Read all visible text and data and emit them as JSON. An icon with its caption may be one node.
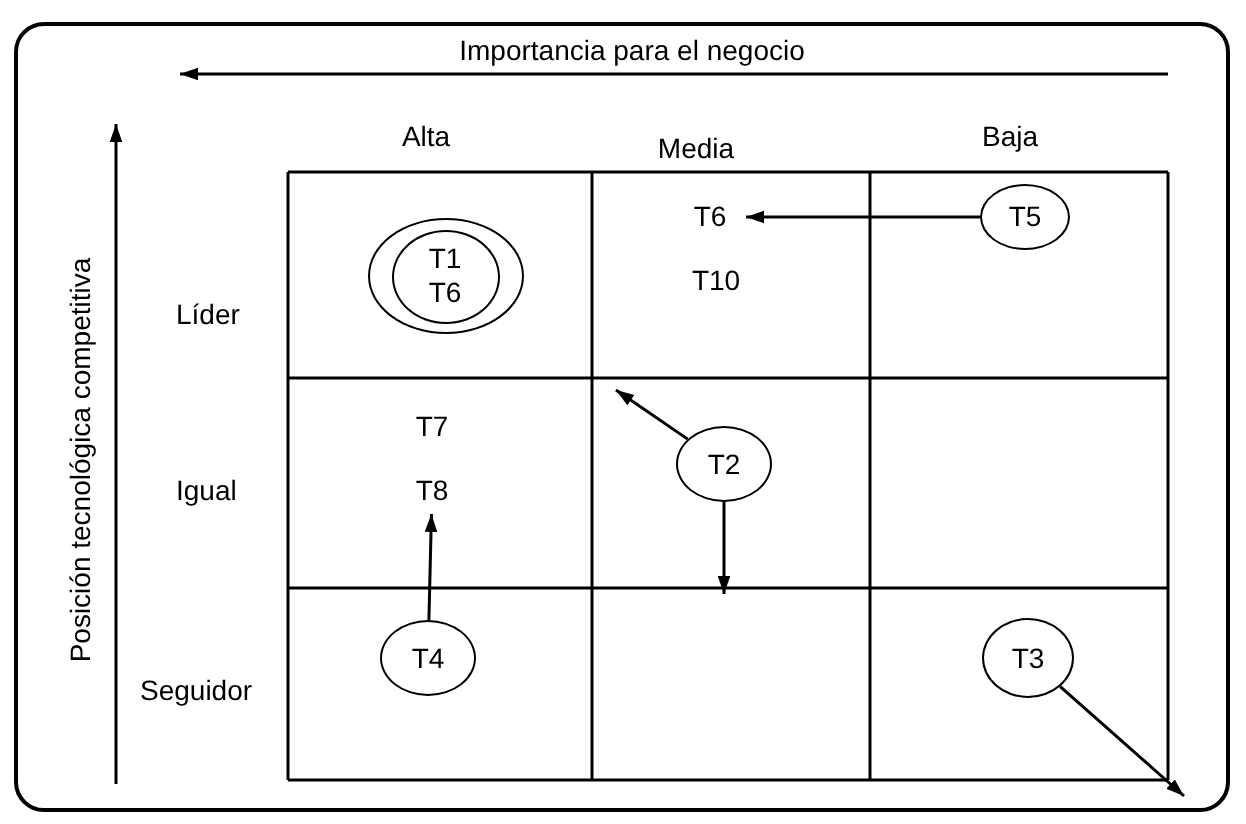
{
  "diagram": {
    "nodes": [
      {
        "text": [],
        "shape": "circle"
      },
      {
        "text": [
          "T1",
          "T6"
        ],
        "in": 0
      },
      {
        "text": [
          "T6"
        ]
      },
      {
        "text": [
          "T10"
        ]
      },
      {
        "text": [
          "T5"
        ]
      },
      {
        "text": [
          "T7"
        ]
      },
      {
        "text": [
          "T8"
        ]
      },
      {
        "text": [
          "T2"
        ]
      },
      {
        "text": [
          "T4"
        ]
      },
      {
        "text": [
          "T3"
        ]
      }
    ],
    "edges": [
      {
        "from": 4,
        "to": 2,
        "arrow": "to"
      },
      {
        "from": 7,
        "to": null,
        "arrow": "to"
      },
      {
        "from": 7,
        "to": null,
        "arrow": "to"
      },
      {
        "from": 8,
        "to": 6,
        "arrow": "to"
      },
      {
        "from": 9,
        "to": null,
        "arrow": "to"
      }
    ],
    "labels": [
      "Importancia para el negocio",
      "Posición tecnológica competitiva",
      "Alta",
      "Media",
      "Baja",
      "Líder",
      "Igual",
      "Seguidor"
    ]
  }
}
